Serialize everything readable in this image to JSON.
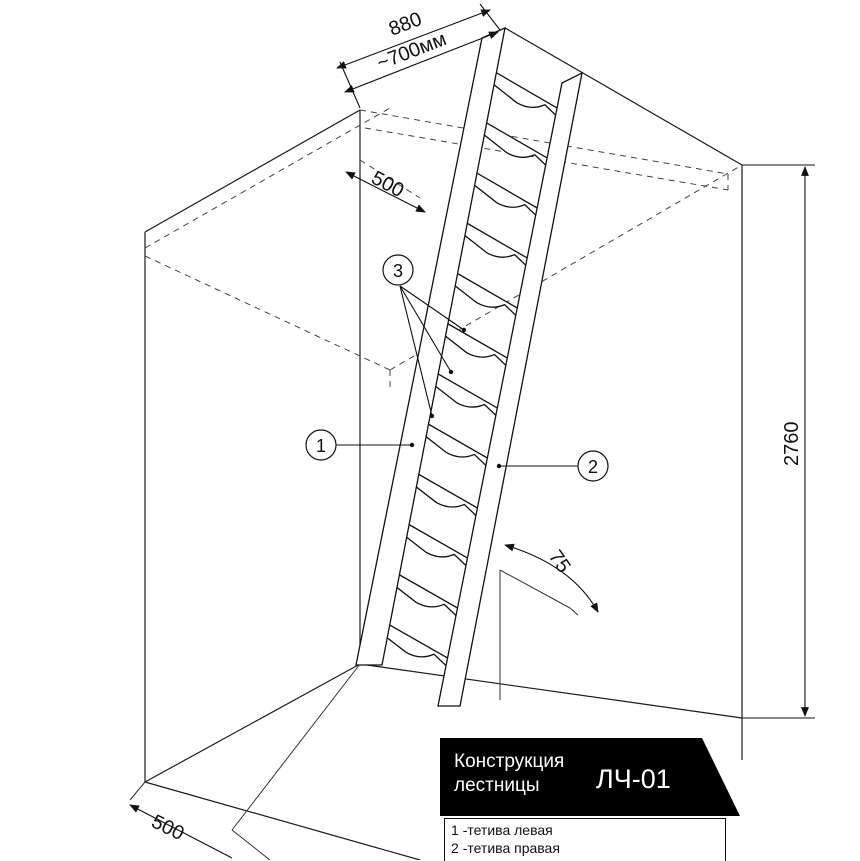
{
  "dimensions": {
    "width_top": "880",
    "width_opening": "~700мм",
    "depth_top": "500",
    "height": "2760",
    "angle": "75",
    "depth_bottom": "500"
  },
  "callouts": {
    "stringer_left": "1",
    "stringer_right": "2",
    "steps": "3"
  },
  "title_block": {
    "name_line1": "Конструкция",
    "name_line2": "лестницы",
    "code": "ЛЧ-01",
    "legend": [
      {
        "num": "1",
        "text": "-тетива левая"
      },
      {
        "num": "2",
        "text": "-тетива правая"
      }
    ]
  },
  "colors": {
    "ink": "#111111",
    "title_fill": "#000000"
  },
  "step_count": 12
}
